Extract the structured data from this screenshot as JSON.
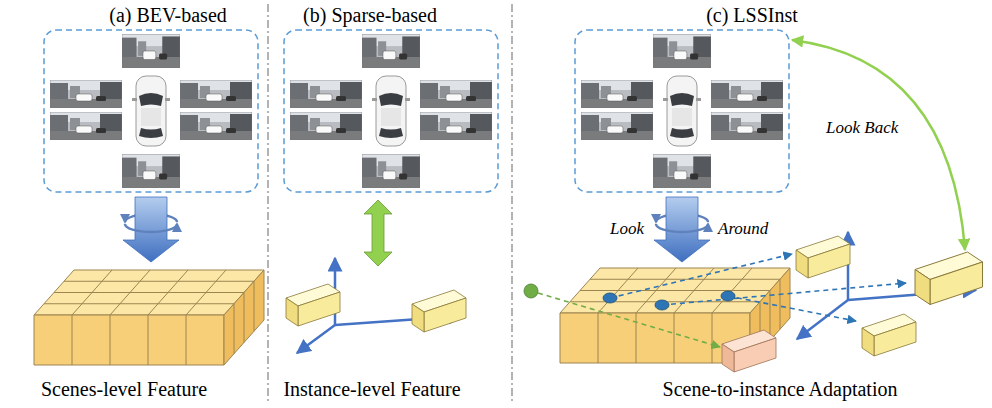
{
  "diagram": {
    "labels": [
      "(a) BEV-based",
      "(b) Sparse-based",
      "(c) LSSInst",
      "Look Back",
      "Look",
      "Around",
      "Scenes-level Feature",
      "Instance-level Feature",
      "Scene-to-instance Adaptation"
    ]
  }
}
